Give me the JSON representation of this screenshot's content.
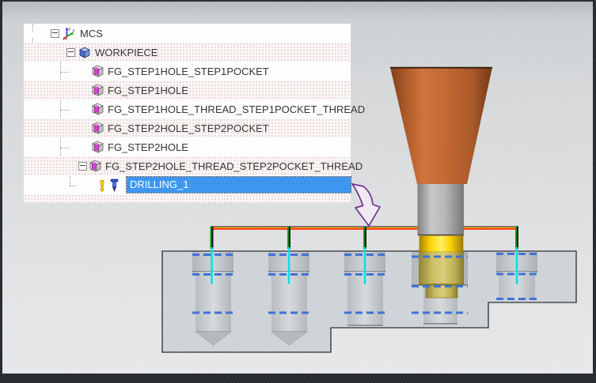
{
  "tree": {
    "items": [
      {
        "label": "MCS",
        "icon": "mcs-axes-icon",
        "level": 0,
        "expanded": true
      },
      {
        "label": "WORKPIECE",
        "icon": "workpiece-cube-icon",
        "level": 1,
        "expanded": true
      },
      {
        "label": "FG_STEP1HOLE_STEP1POCKET",
        "icon": "feature-group-icon",
        "level": 2
      },
      {
        "label": "FG_STEP1HOLE",
        "icon": "feature-group-icon",
        "level": 2
      },
      {
        "label": "FG_STEP1HOLE_THREAD_STEP1POCKET_THREAD",
        "icon": "feature-group-icon",
        "level": 2
      },
      {
        "label": "FG_STEP2HOLE_STEP2POCKET",
        "icon": "feature-group-icon",
        "level": 2
      },
      {
        "label": "FG_STEP2HOLE",
        "icon": "feature-group-icon",
        "level": 2
      },
      {
        "label": "FG_STEP2HOLE_THREAD_STEP2POCKET_THREAD",
        "icon": "feature-group-icon",
        "level": 2,
        "expanded": true
      },
      {
        "label": "DRILLING_1",
        "icon": "drill-operation-icon",
        "status_icon": "warning-exclamation-icon",
        "level": 3,
        "selected": true
      }
    ],
    "selection_color": "#3e96f0"
  },
  "viewport": {
    "workpiece": {
      "hole_count": 5,
      "fill_color": "#cdd2d6",
      "outline_color": "#46494c"
    },
    "tool": {
      "holder_color": "#c2652f",
      "shank_color": "#b0b0b0",
      "cutter_color": "#ffd400",
      "cutter_in_hole_color": "#c9bc5e",
      "over_hole_index": 4
    },
    "toolpath": {
      "rapid_color": "#ff2d00",
      "feed_color": "#ffa000",
      "engage_color": "#00b400",
      "drill_axis_color": "#00e2e2"
    },
    "feature_markers": {
      "dash_color": "#3b6fd4"
    },
    "annotation": {
      "shape": "curved-arrow-from-selected-operation-to-toolpath",
      "outline_color": "#6a2d91",
      "fill_color": "#f2e9f2"
    }
  }
}
